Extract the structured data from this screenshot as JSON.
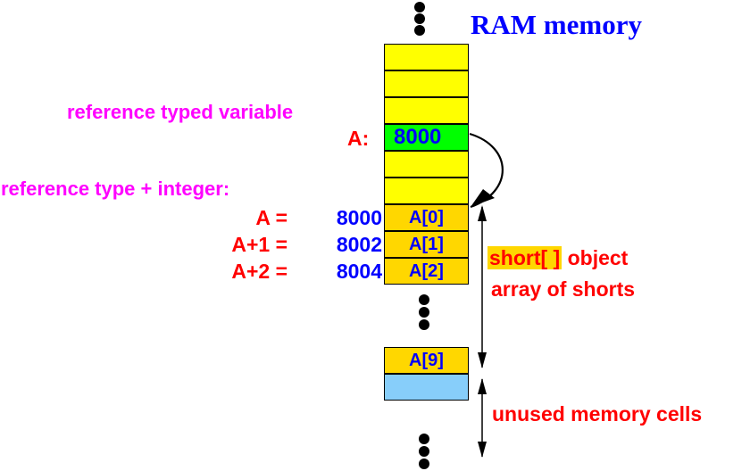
{
  "title": "RAM memory",
  "labels": {
    "reference_typed_variable": "reference typed variable",
    "var_name": "A:",
    "reference_plus_integer": "reference type + integer:",
    "short_array_type": "short[ ]",
    "short_array_object": "object",
    "array_of_shorts": "array of shorts",
    "unused_memory_cells": "unused memory cells"
  },
  "expressions": [
    {
      "expr": "A =",
      "address": "8000"
    },
    {
      "expr": "A+1 =",
      "address": "8002"
    },
    {
      "expr": "A+2 =",
      "address": "8004"
    }
  ],
  "memory_cells": {
    "top_empty_count": 3,
    "variable_value": "8000",
    "mid_empty_count": 2,
    "array_elements": [
      "A[0]",
      "A[1]",
      "A[2]"
    ],
    "last_element": "A[9]"
  },
  "colors": {
    "empty_cell": "#ffff00",
    "variable_cell": "#00ff00",
    "array_cell": "#ffd700",
    "unused_cell": "#87cefa",
    "title": "#0000ff",
    "heading": "#ff00ff",
    "label": "#ff0000",
    "address": "#0000ff"
  }
}
